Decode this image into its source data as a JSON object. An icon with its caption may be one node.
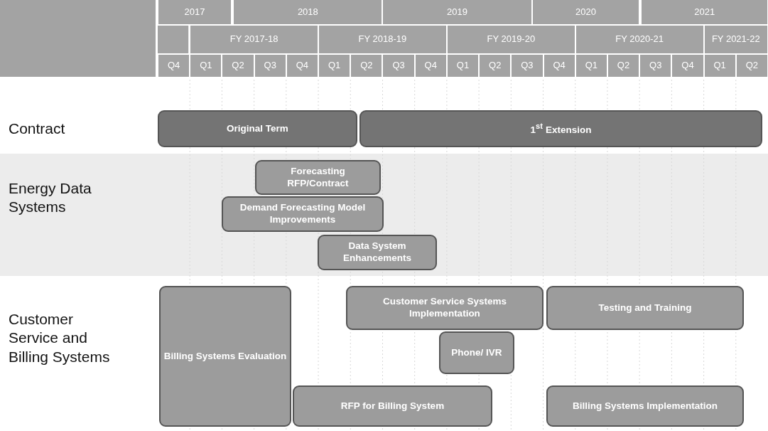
{
  "diagram": {
    "nodes": [
      {
        "text": [
          "Original Term"
        ]
      },
      {
        "text": [
          "1$^{st}$ Extension"
        ]
      },
      {
        "text": [
          "Forecasting RFP/Contract"
        ]
      },
      {
        "text": [
          "Demand Forecasting Model Improvements"
        ]
      },
      {
        "text": [
          "Data System Enhancements"
        ]
      },
      {
        "text": [
          "Billing Systems Evaluation"
        ]
      },
      {
        "text": [
          "Customer Service Systems Implementation"
        ]
      },
      {
        "text": [
          "Testing and Training"
        ]
      },
      {
        "text": [
          "Phone/ IVR"
        ]
      },
      {
        "text": [
          "RFP for Billing System"
        ]
      },
      {
        "text": [
          "Billing Systems Implementation"
        ]
      }
    ],
    "labels": [
      "2017",
      "2018",
      "2019",
      "2020",
      "2021",
      "FY 2017-18",
      "FY 2018-19",
      "FY 2019-20",
      "FY 2020-21",
      "FY 2021-22",
      "Q4",
      "Q1",
      "Q2",
      "Q3",
      "Q4",
      "Q1",
      "Q2",
      "Q3",
      "Q4",
      "Q1",
      "Q2",
      "Q3",
      "Q4",
      "Q1",
      "Q2",
      "Q3",
      "Q4",
      "Q1",
      "Q2",
      "Contract",
      "Energy Data Systems",
      "Customer Service and Billing Systems"
    ]
  }
}
